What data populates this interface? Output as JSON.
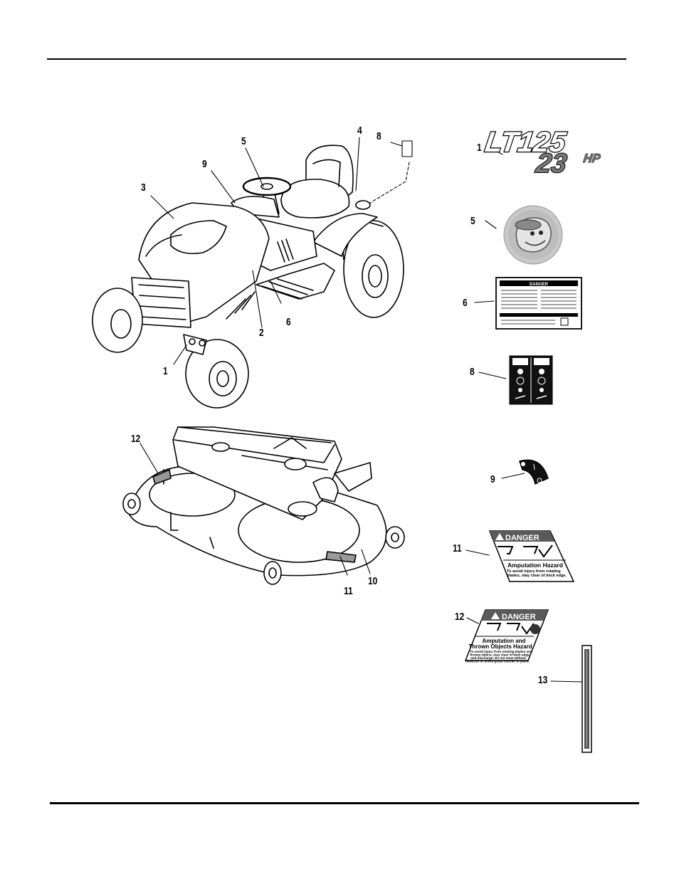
{
  "callouts": {
    "tractor": [
      "1",
      "2",
      "3",
      "4",
      "5",
      "6",
      "8",
      "9"
    ],
    "deck": [
      "12",
      "11",
      "10"
    ],
    "decals": [
      "1",
      "5",
      "6",
      "8",
      "9",
      "11",
      "12",
      "13"
    ]
  },
  "decals": {
    "model_logo": {
      "model": "LT125",
      "hp_number": "23",
      "hp_unit": "HP"
    },
    "danger_11": {
      "header": "DANGER",
      "title": "Amputation Hazard",
      "body": "To avoid injury from rotating blades, stay clear of deck edge."
    },
    "danger_12": {
      "header": "DANGER",
      "title_line1": "Amputation and",
      "title_line2": "Thrown Objects Hazard",
      "body_line1": "To avoid injury from rotating blades and",
      "body_line2": "thrown debris, stay clear of deck edge",
      "body_line3": "and discharge. Do not mow without",
      "body_line4": "deflector or entire grass catcher in place."
    },
    "danger_6": {
      "header": "DANGER"
    },
    "danger_color": "#5a5a5a"
  }
}
